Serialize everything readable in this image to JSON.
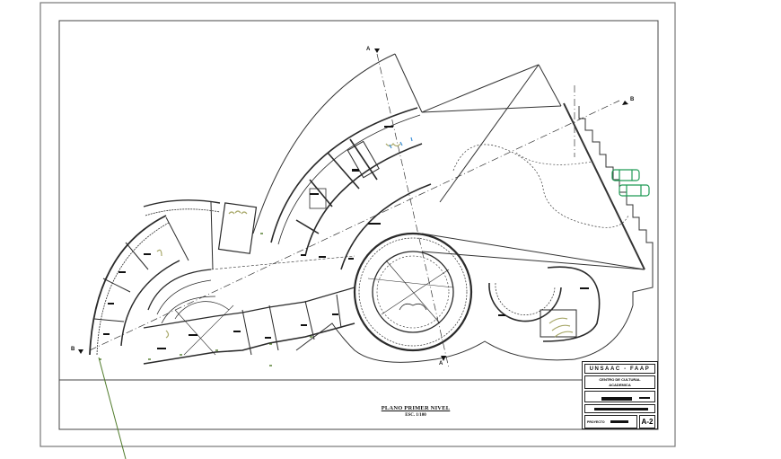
{
  "drawing": {
    "title": "PLANO PRIMER NIVEL",
    "scale": "ESC. 1/100",
    "section_marks": {
      "A_top": "A",
      "A_bottom": "A",
      "B_left": "B",
      "B_right": "B"
    }
  },
  "title_block": {
    "header": "UNSAAC - FAAP",
    "project": "CENTRO DE CULTURAL",
    "project_sub": "ACADEMICA",
    "field_label": "PROYECTO",
    "sheet_number": "A-2"
  },
  "colors": {
    "linework": "#2a2a2a",
    "border": "#666666",
    "furniture": "#a8a86a",
    "cars": "#1f9a55",
    "dim_line": "#4f7a2a",
    "door_blue": "#3b8fd8"
  }
}
